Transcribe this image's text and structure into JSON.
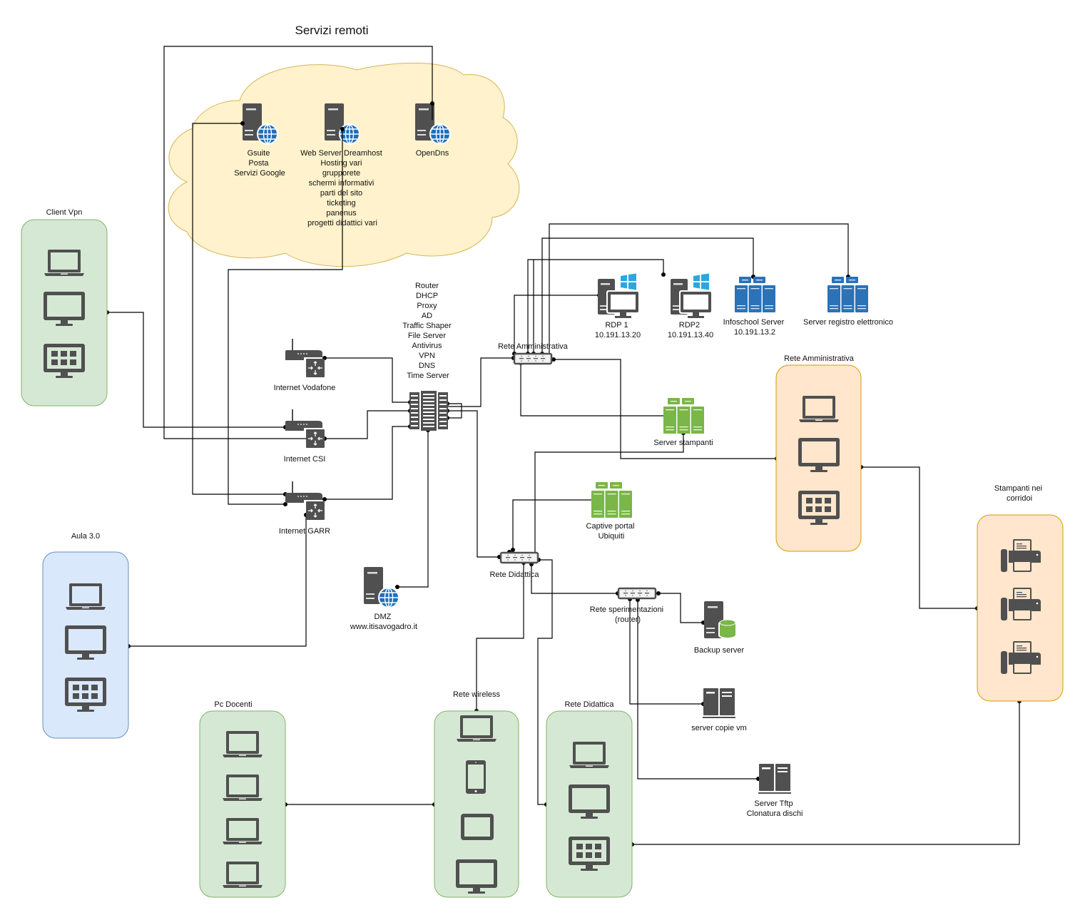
{
  "title": "Servizi remoti",
  "cloud": {
    "services": [
      {
        "name": "gsuite",
        "lines": [
          "Gsuite",
          "Posta",
          "Servizi Google"
        ]
      },
      {
        "name": "webserver",
        "lines": [
          "Web Server Dreamhost",
          "Hosting vari",
          "grupporete",
          "schermi informativi",
          "parti del sito",
          "ticketing",
          "panenus",
          "progetti didattici vari"
        ]
      },
      {
        "name": "opendns",
        "lines": [
          "OpenDns"
        ]
      }
    ]
  },
  "core_router": {
    "lines": [
      "Router",
      "DHCP",
      "Proxy",
      "AD",
      "Traffic Shaper",
      "File Server",
      "Antivirus",
      "VPN",
      "DNS",
      "Time Server"
    ]
  },
  "isp": {
    "vodafone": "Internet Vodafone",
    "csi": "Internet CSI",
    "garr": "Internet GARR"
  },
  "dmz": {
    "lines": [
      "DMZ",
      "www.itisavogadro.it"
    ]
  },
  "switches": {
    "amministrativa": "Rete Amministrativa",
    "didattica": "Rete Didattica",
    "sperimentazioni": [
      "Rete sperimentazioni",
      "(router)"
    ]
  },
  "servers": {
    "rdp1": [
      "RDP 1",
      "10.191.13.20"
    ],
    "rdp2": [
      "RDP2",
      "10.191.13.40"
    ],
    "infoschool": [
      "Infoschool Server",
      "10.191.13.2"
    ],
    "registro": [
      "Server registro elettronico"
    ],
    "stampanti": [
      "Server stampanti"
    ],
    "captive": [
      "Captive portal",
      "Ubiquiti"
    ],
    "backup": [
      "Backup server"
    ],
    "copie_vm": [
      "server copie vm"
    ],
    "tftp": [
      "Server Tftp",
      "Clonatura dischi"
    ]
  },
  "groups": {
    "client_vpn": {
      "label": "Client Vpn",
      "icons": [
        "laptop-icon",
        "monitor-icon",
        "tile-monitor-icon"
      ]
    },
    "aula30": {
      "label": "Aula 3.0",
      "icons": [
        "laptop-icon",
        "monitor-icon",
        "tile-monitor-icon"
      ]
    },
    "pc_docenti": {
      "label": "Pc Docenti",
      "icons": [
        "laptop-icon",
        "laptop-icon",
        "laptop-icon",
        "laptop-icon"
      ]
    },
    "rete_wireless": {
      "label": "Rete wireless",
      "icons": [
        "laptop-icon",
        "tablet-icon",
        "tablet-landscape-icon",
        "monitor-icon"
      ]
    },
    "rete_didattica": {
      "label": "Rete Didattica",
      "icons": [
        "laptop-icon",
        "monitor-icon",
        "tile-monitor-icon"
      ]
    },
    "rete_amministrativa": {
      "label": "Rete Amministrativa",
      "icons": [
        "laptop-icon",
        "monitor-icon",
        "tile-monitor-icon"
      ]
    },
    "stampanti_corridoi": {
      "label": [
        "Stampanti nei",
        "corridoi"
      ],
      "icons": [
        "printer-icon",
        "printer-icon",
        "printer-icon"
      ]
    }
  },
  "colors": {
    "cloud_fill": "#fff2cc",
    "cloud_stroke": "#d6b656",
    "green_fill": "#d5e8d4",
    "green_stroke": "#82b366",
    "blue_fill": "#dae8fc",
    "blue_stroke": "#6c8ebf",
    "orange_fill": "#ffe6cc",
    "orange_stroke": "#d79b00",
    "icon_gray": "#505050",
    "globe_blue": "#1f6fb8",
    "server_blue": "#2b72b8",
    "server_green": "#7ab648",
    "windows_blue": "#29a8e0"
  }
}
